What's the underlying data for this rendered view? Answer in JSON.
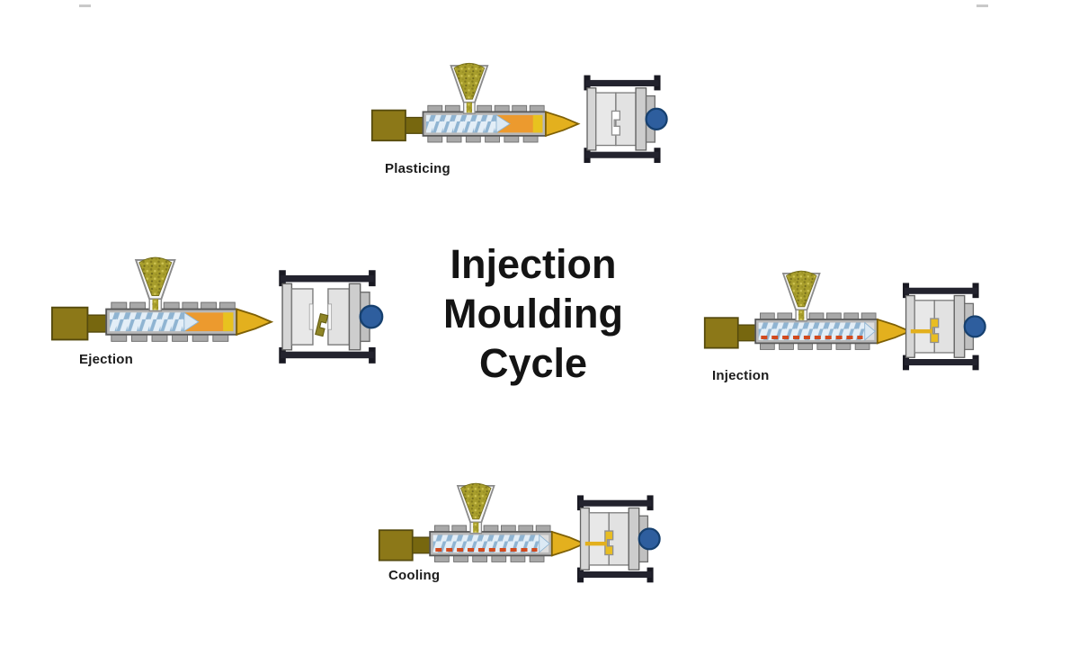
{
  "title": {
    "line1": "Injection",
    "line2": "Moulding",
    "line3": "Cycle"
  },
  "stages": {
    "plasticing": {
      "label": "Plasticing"
    },
    "injection": {
      "label": "Injection"
    },
    "cooling": {
      "label": "Cooling"
    },
    "ejection": {
      "label": "Ejection"
    }
  },
  "machine_part_icons": [
    "hopper-icon",
    "granules-icon",
    "barrel-icon",
    "heater-band-icon",
    "screw-icon",
    "melt-icon",
    "nozzle-icon",
    "drive-unit-icon",
    "mould-icon",
    "clamp-cylinder-icon",
    "moulded-part-icon",
    "sprue-icon"
  ],
  "colors": {
    "background": "#ffffff",
    "melt_orange": "#ec9a2e",
    "nozzle_gold": "#e3b01e",
    "granule_olive": "#a89e2c",
    "drive_olive": "#8c7818",
    "screw_blue": "#dbe9f4",
    "clamp_cylinder_blue": "#2e5e9e",
    "mould_grey": "#e2e2e2",
    "text_black": "#141414"
  }
}
